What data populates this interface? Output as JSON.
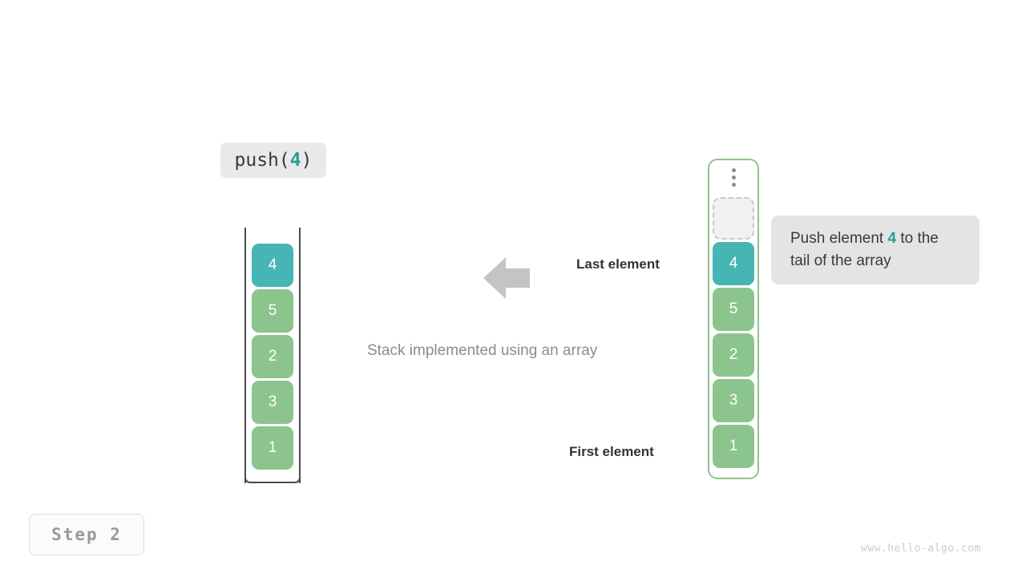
{
  "operation": {
    "prefix": "push(",
    "value": "4",
    "suffix": ")"
  },
  "left_stack": {
    "title": "Stack implemented using an array",
    "cells": [
      {
        "value": "4",
        "color": "teal"
      },
      {
        "value": "5",
        "color": "green"
      },
      {
        "value": "2",
        "color": "green"
      },
      {
        "value": "3",
        "color": "green"
      },
      {
        "value": "1",
        "color": "green"
      }
    ]
  },
  "right_array": {
    "ellipsis_icon": "vertical-ellipsis-icon",
    "empty_slot_label": "",
    "cells": [
      {
        "value": "4",
        "color": "teal"
      },
      {
        "value": "5",
        "color": "green"
      },
      {
        "value": "2",
        "color": "green"
      },
      {
        "value": "3",
        "color": "green"
      },
      {
        "value": "1",
        "color": "green"
      }
    ]
  },
  "annotations": {
    "arrow_icon": "arrow-left-icon",
    "last_element": "Last element",
    "first_element": "First element",
    "caption": "Stack implemented using an array"
  },
  "tooltip": {
    "part1": "Push element ",
    "value": "4",
    "part2": " to the tail of the array"
  },
  "step_badge": {
    "label": "Step 2"
  },
  "watermark": {
    "text": "www.hello-algo.com"
  },
  "colors": {
    "teal": "#46b5b3",
    "green": "#8cc48e",
    "accent_text": "#2a9e91",
    "container_border_left": "#4a4a4a",
    "container_border_right": "#8ec490",
    "chip_bg": "#e9e9e9",
    "tooltip_bg": "#e4e4e4",
    "muted_text": "#8c8c8c",
    "arrow": "#c4c4c4"
  }
}
